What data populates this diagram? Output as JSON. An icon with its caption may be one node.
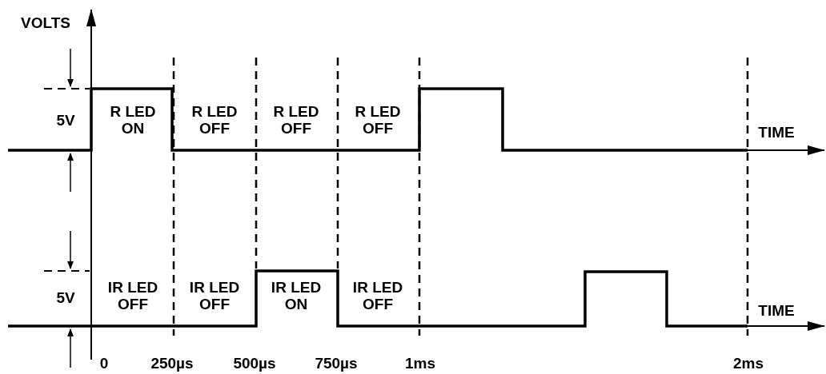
{
  "diagram": {
    "labels": [
      "VOLTS",
      "5V",
      "R LED ON",
      "R LED OFF",
      "R LED OFF",
      "R LED OFF",
      "TIME",
      "5V",
      "IR LED OFF",
      "IR LED OFF",
      "IR LED ON",
      "IR LED OFF",
      "TIME",
      "0",
      "250µs",
      "500µs",
      "750µs",
      "1ms",
      "2ms"
    ]
  }
}
